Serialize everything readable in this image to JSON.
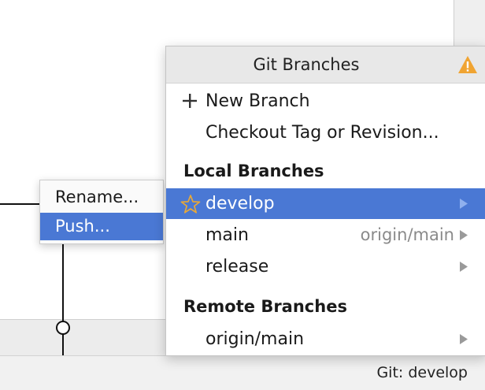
{
  "popup": {
    "title": "Git Branches",
    "actions": [
      {
        "label": "New Branch",
        "icon": "plus-icon"
      },
      {
        "label": "Checkout Tag or Revision...",
        "icon": ""
      }
    ],
    "local_section": "Local Branches",
    "local_branches": [
      {
        "label": "develop",
        "tracking": "",
        "selected": true,
        "favorite": true
      },
      {
        "label": "main",
        "tracking": "origin/main",
        "selected": false,
        "favorite": false
      },
      {
        "label": "release",
        "tracking": "",
        "selected": false,
        "favorite": false
      }
    ],
    "remote_section": "Remote Branches",
    "remote_branches": [
      {
        "label": "origin/main"
      }
    ]
  },
  "context_menu": {
    "items": [
      {
        "label": "Rename..."
      },
      {
        "label": "Push..."
      }
    ]
  },
  "status_bar": {
    "git_status": "Git: develop"
  },
  "colors": {
    "selection": "#4a78d4",
    "warning": "#f0a432",
    "star": "#e8a838"
  }
}
